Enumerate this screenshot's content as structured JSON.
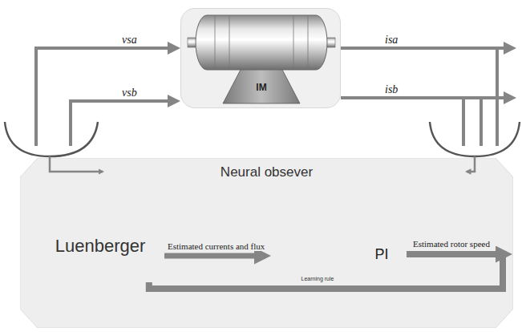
{
  "diagram": {
    "nodes": [
      {
        "text": [
          "IM"
        ]
      },
      {
        "text": [
          "Neural obsever"
        ]
      },
      {
        "text": [
          "Luenberger"
        ],
        "in": 1
      },
      {
        "text": [
          "Learning rule"
        ],
        "in": 1
      },
      {
        "text": [
          "PI"
        ],
        "in": 3
      }
    ],
    "edges": [
      {
        "from": 2,
        "to": 3,
        "arrow": "to",
        "label": "Estimated currents and flux"
      },
      {
        "from": 4,
        "to": 2,
        "arrow": "none"
      }
    ],
    "labels": [
      "vsa",
      "vsb",
      "isa",
      "isb",
      "Estimated rotor speed"
    ]
  }
}
